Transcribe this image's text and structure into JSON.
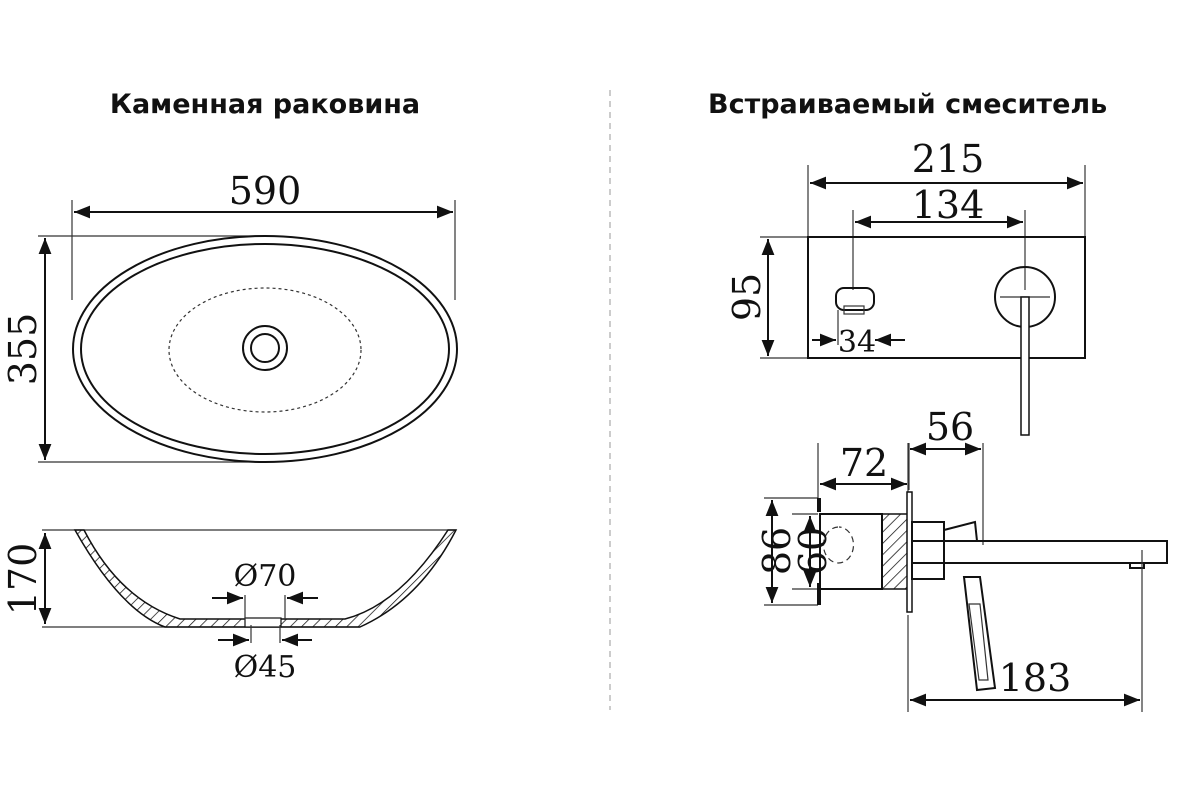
{
  "sink": {
    "title": "Каменная раковина",
    "width": "590",
    "depth": "355",
    "height": "170",
    "outlet_top": "Ø70",
    "outlet_bottom": "Ø45"
  },
  "mixer": {
    "title": "Встраиваемый смеситель",
    "plate_width": "215",
    "axis_distance": "134",
    "plate_height": "95",
    "small_handle": "34",
    "body_depth": "72",
    "handle_projection": "56",
    "flange_outer": "86",
    "body_height": "60",
    "spout_length": "183"
  },
  "colors": {
    "line": "#111111",
    "divider": "#cccccc"
  }
}
